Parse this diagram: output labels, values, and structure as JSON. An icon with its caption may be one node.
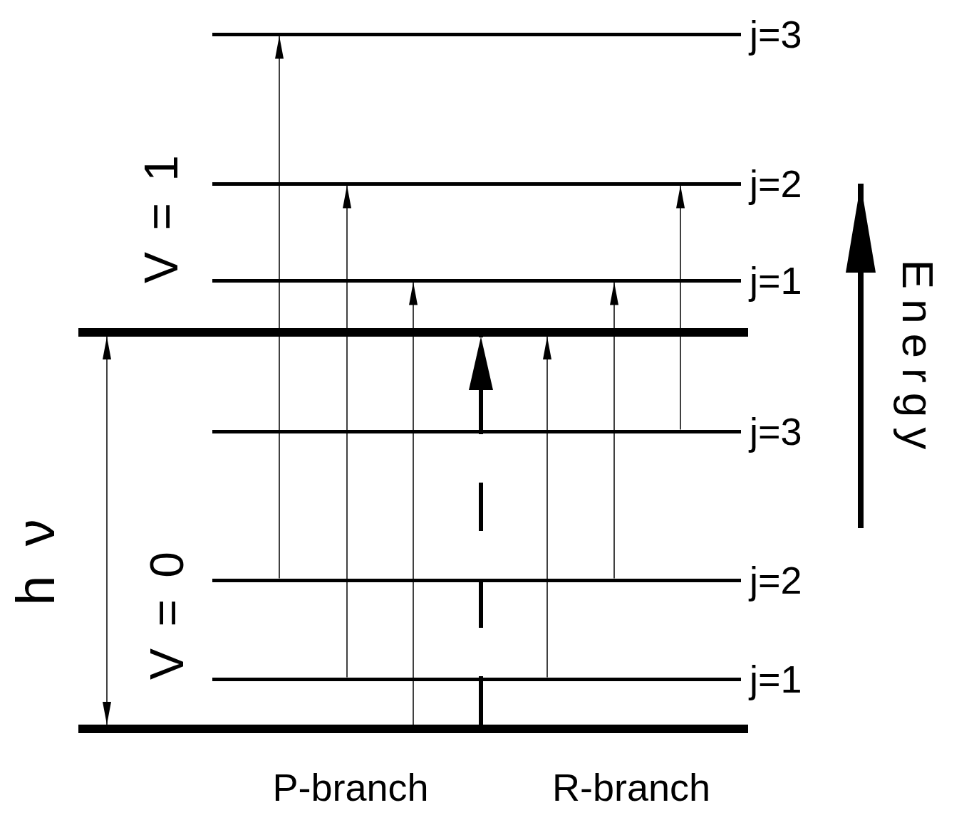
{
  "diagram": {
    "nodes": [
      {
        "text": [
          "j=3"
        ]
      },
      {
        "text": [
          "j=2"
        ]
      },
      {
        "text": [
          "j=1"
        ]
      },
      {
        "text": [],
        "shape": "bar"
      },
      {
        "text": [
          "j=3"
        ]
      },
      {
        "text": [
          "j=2"
        ]
      },
      {
        "text": [
          "j=1"
        ]
      },
      {
        "text": [],
        "shape": "bar"
      }
    ],
    "edges": [
      {
        "from": 5,
        "to": 0,
        "arrow": "to"
      },
      {
        "from": 6,
        "to": 1,
        "arrow": "to"
      },
      {
        "from": 7,
        "to": 2,
        "arrow": "to"
      },
      {
        "from": 7,
        "to": 3,
        "arrow": "to",
        "style": "dashed"
      },
      {
        "from": 6,
        "to": 3,
        "arrow": "to"
      },
      {
        "from": 5,
        "to": 2,
        "arrow": "to"
      },
      {
        "from": 4,
        "to": 1,
        "arrow": "to"
      },
      {
        "from": 7,
        "to": 3,
        "arrow": "both"
      }
    ],
    "labels": [
      "V = 1",
      "Energy",
      "h ν",
      "V = 0",
      "P-branch",
      "R-branch"
    ]
  }
}
